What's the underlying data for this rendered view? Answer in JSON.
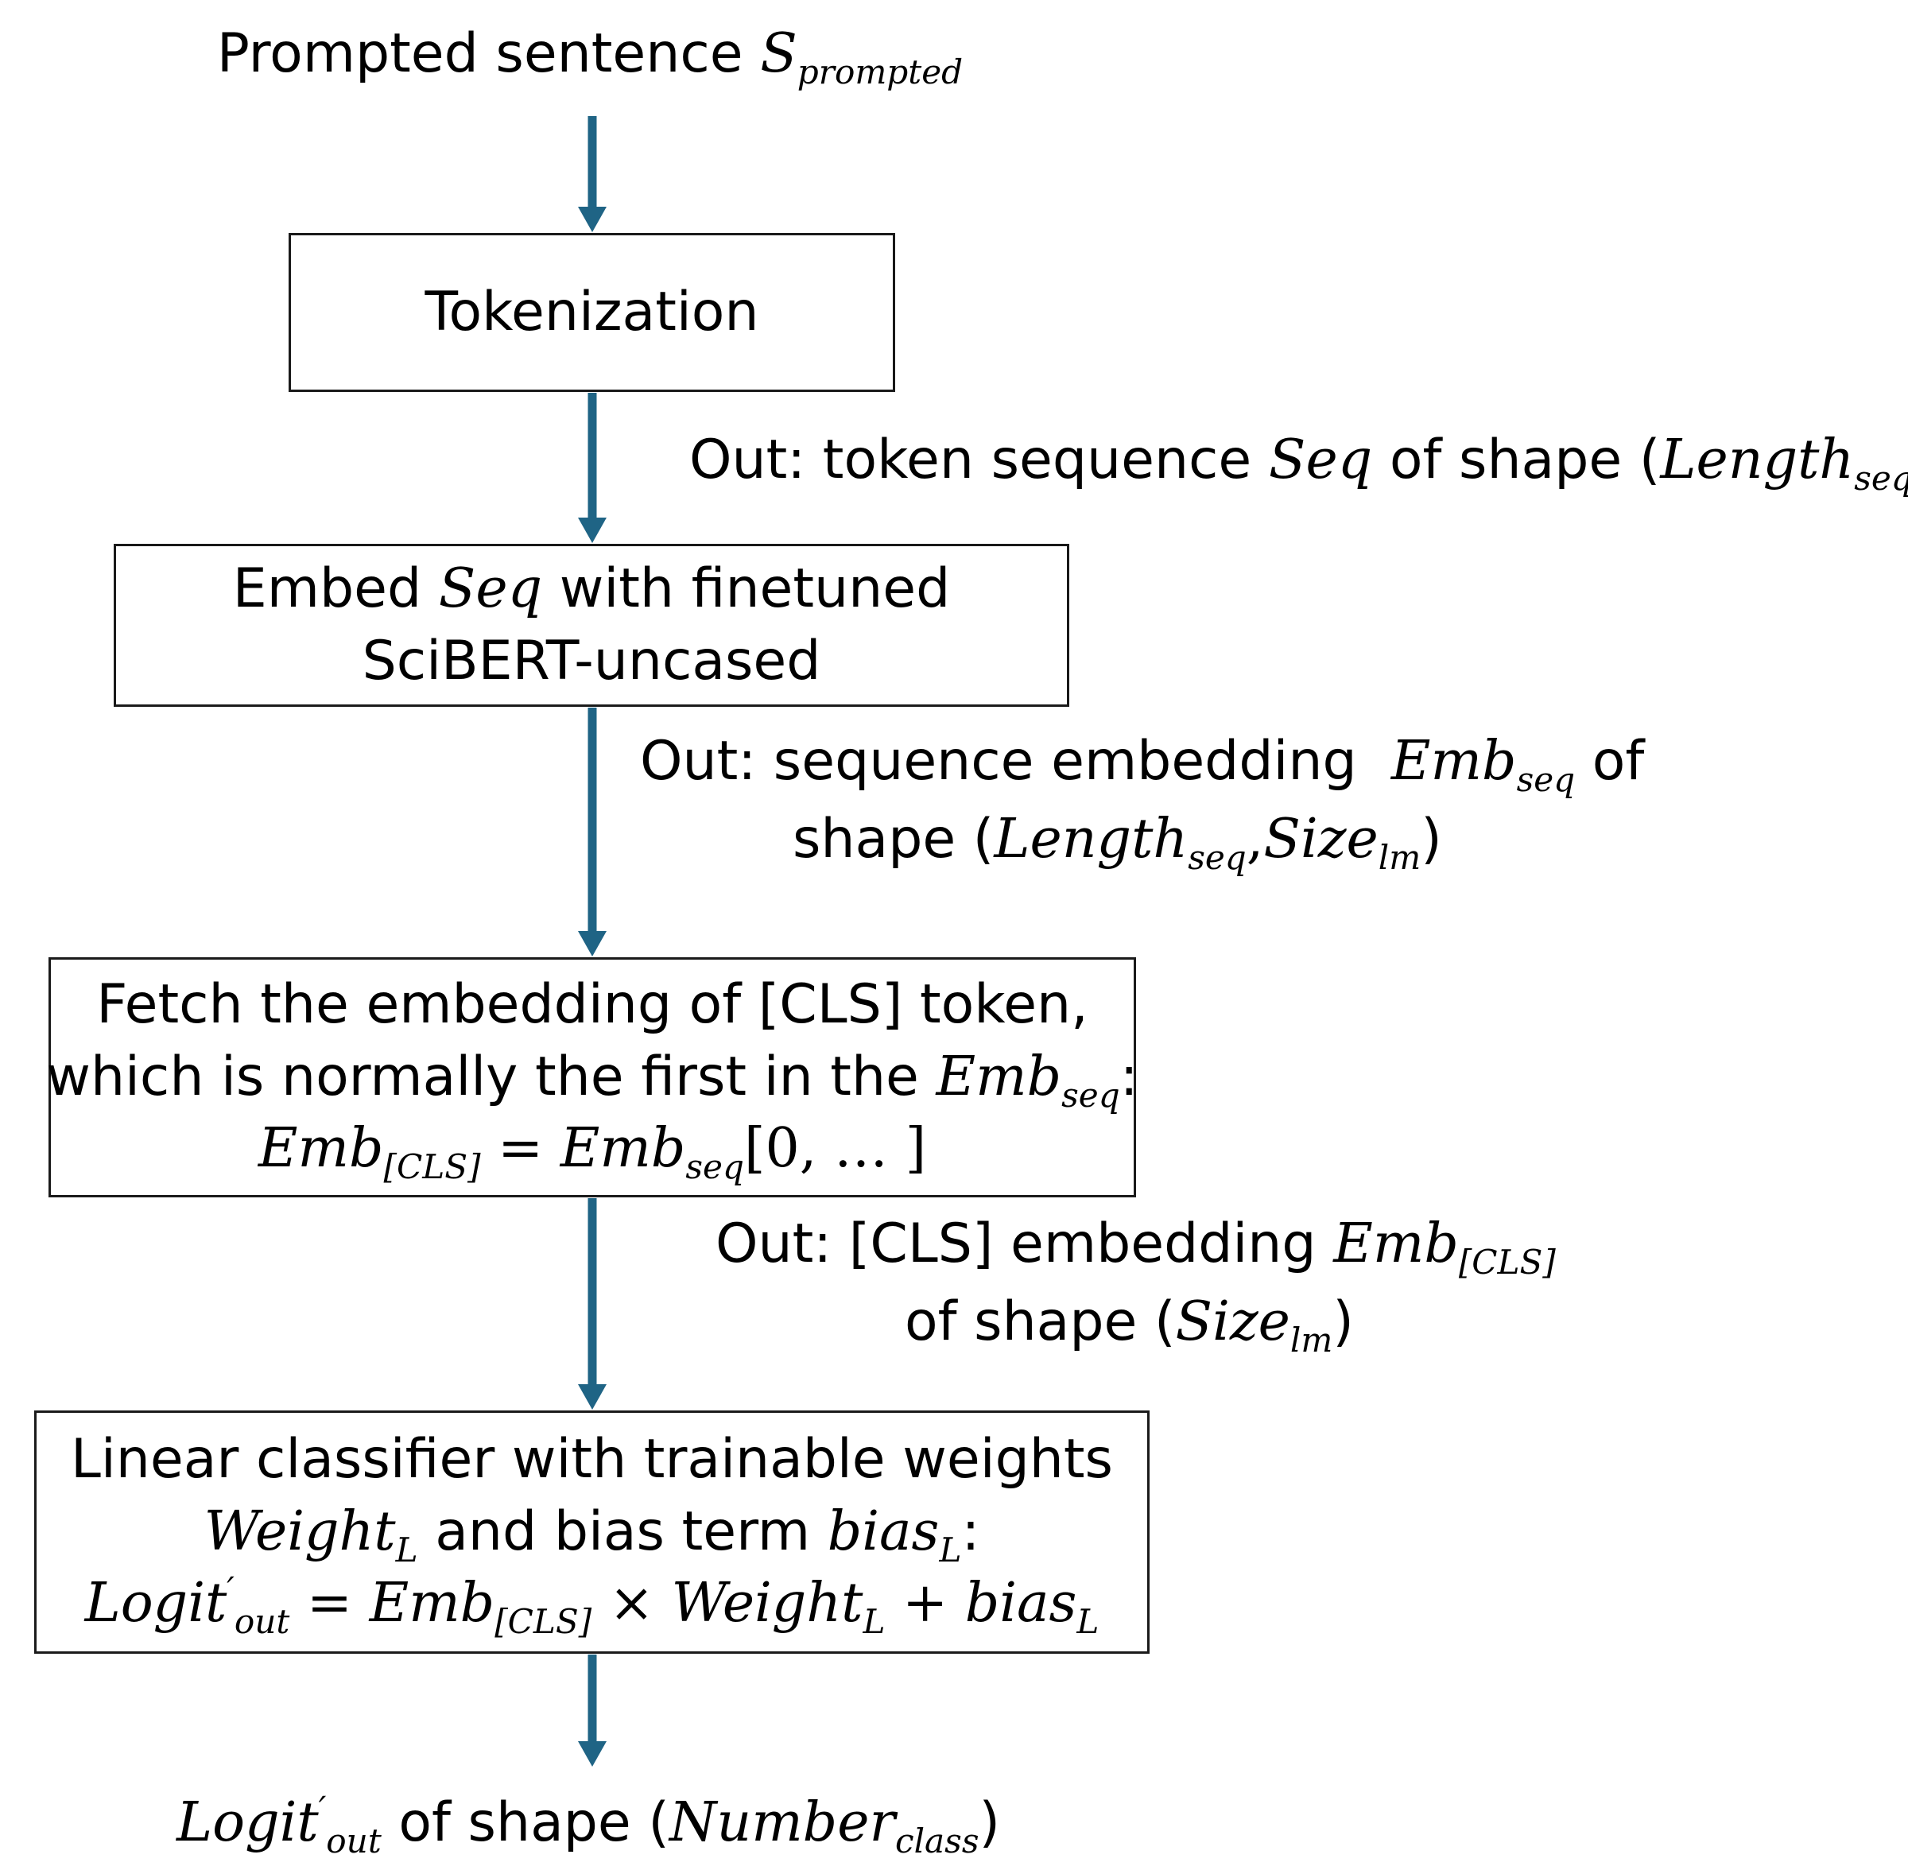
{
  "colors": {
    "arrow": "#1F6485",
    "border": "#1a1a1a",
    "text": "#000000"
  },
  "input": {
    "text": "Prompted sentence",
    "var": "S",
    "var_sub": "prompted"
  },
  "tokenize_box": {
    "text": "Tokenization"
  },
  "out1": {
    "prefix": "Out: token sequence",
    "var": "Seq",
    "middle": "of shape (",
    "shape_var": "Length",
    "shape_sub": "seq",
    "suffix": ")"
  },
  "embed_box": {
    "line1_pre": "Embed",
    "line1_var": "Seq",
    "line1_post": "with finetuned",
    "line2": "SciBERT-uncased"
  },
  "out2": {
    "line1_pre": "Out: sequence embedding",
    "var": "Emb",
    "var_sub": "seq",
    "line1_post": "of",
    "line2_pre": "shape (",
    "shape_var1": "Length",
    "shape_sub1": "seq",
    "comma": ",",
    "shape_var2": "Size",
    "shape_sub2": "lm",
    "suffix": ")"
  },
  "cls_box": {
    "line1": "Fetch the embedding of [CLS] token,",
    "line2_pre": "which is normally the first in the",
    "line2_var": "Emb",
    "line2_sub": "seq",
    "line2_post": ":",
    "eq_lhs": "Emb",
    "eq_lhs_sub": "[CLS]",
    "eq_op": " = ",
    "eq_rhs": "Emb",
    "eq_rhs_sub": "seq",
    "eq_rhs_idx": "[0, … ]"
  },
  "out3": {
    "line1_pre": "Out: [CLS] embedding",
    "var": "Emb",
    "var_sub": "[CLS]",
    "line2_pre": "of shape (",
    "shape_var": "Size",
    "shape_sub": "lm",
    "suffix": ")"
  },
  "linear_box": {
    "line1": "Linear classifier with trainable weights",
    "w_var": "Weight",
    "w_sub": "L",
    "line2_mid": "and bias term",
    "b_var": "bias",
    "b_sub": "L",
    "line2_post": ":",
    "eq_lhs": "Logit",
    "eq_lhs_sup": "′",
    "eq_lhs_sub": "out",
    "eq_eq": " = ",
    "eq_emb": "Emb",
    "eq_emb_sub": "[CLS]",
    "eq_times": " × ",
    "eq_w": "Weight",
    "eq_w_sub": "L",
    "eq_plus": " + ",
    "eq_b": "bias",
    "eq_b_sub": "L"
  },
  "output": {
    "var": "Logit",
    "var_sup": "′",
    "var_sub": "out",
    "middle": "of shape (",
    "shape_var": "Number",
    "shape_sub": "class",
    "suffix": ")"
  }
}
